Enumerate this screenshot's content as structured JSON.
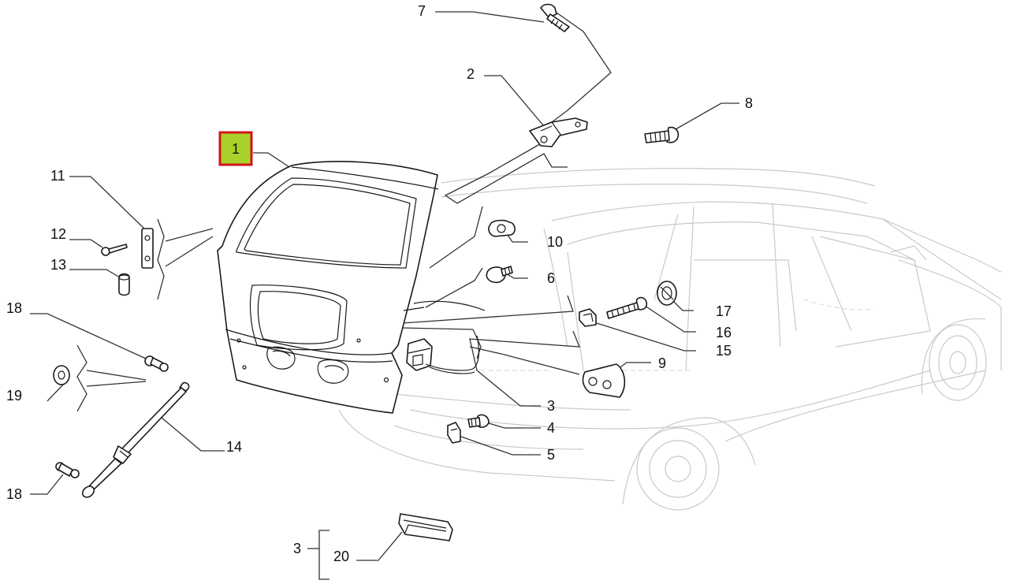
{
  "diagram": {
    "highlight_color": "#a9d12b",
    "highlight_border_color": "#d3131b",
    "callouts": {
      "c1": "1",
      "c2": "2",
      "c3a": "3",
      "c3b": "3",
      "c4": "4",
      "c5": "5",
      "c6": "6",
      "c7": "7",
      "c8": "8",
      "c9": "9",
      "c10": "10",
      "c11": "11",
      "c12": "12",
      "c13": "13",
      "c14": "14",
      "c15": "15",
      "c16": "16",
      "c17": "17",
      "c18a": "18",
      "c18b": "18",
      "c19": "19",
      "c20": "20"
    },
    "highlighted_callout": "1"
  }
}
